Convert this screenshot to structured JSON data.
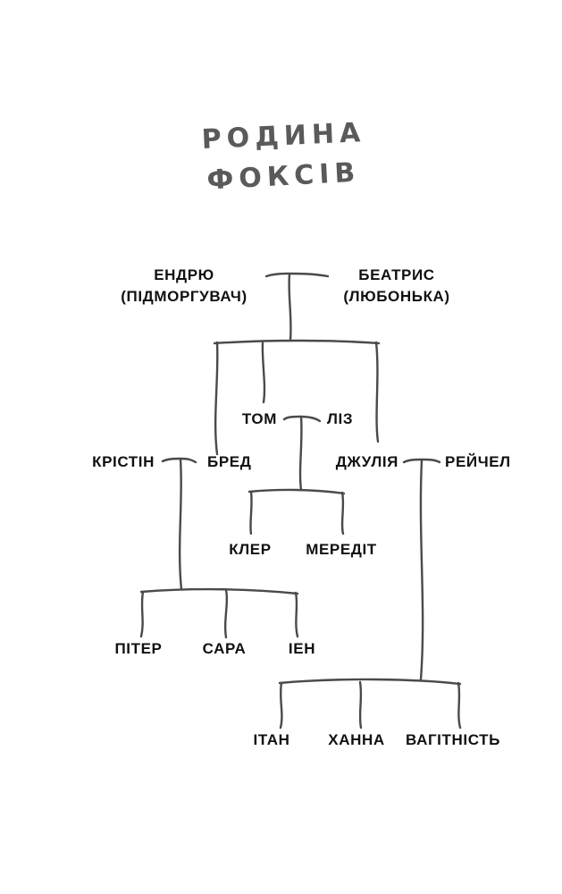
{
  "title": {
    "line1": "РОДИНА",
    "line2": "ФОКСІВ"
  },
  "people": {
    "andrew": {
      "name": "ЕНДРЮ",
      "nickname": "(ПІДМОРГУВАЧ)"
    },
    "beatrice": {
      "name": "БЕАТРИС",
      "nickname": "(ЛЮБОНЬКА)"
    },
    "tom": "ТОМ",
    "liz": "ЛІЗ",
    "kristin": "КРІСТІН",
    "brad": "БРЕД",
    "julia": "ДЖУЛІЯ",
    "rachel": "РЕЙЧЕЛ",
    "claire": "КЛЕР",
    "meredith": "МЕРЕДІТ",
    "peter": "ПІТЕР",
    "sara": "САРА",
    "ian": "ІЕН",
    "ethan": "ІТАН",
    "hanna": "ХАННА",
    "pregnancy": "ВАГІТНІСТЬ"
  }
}
